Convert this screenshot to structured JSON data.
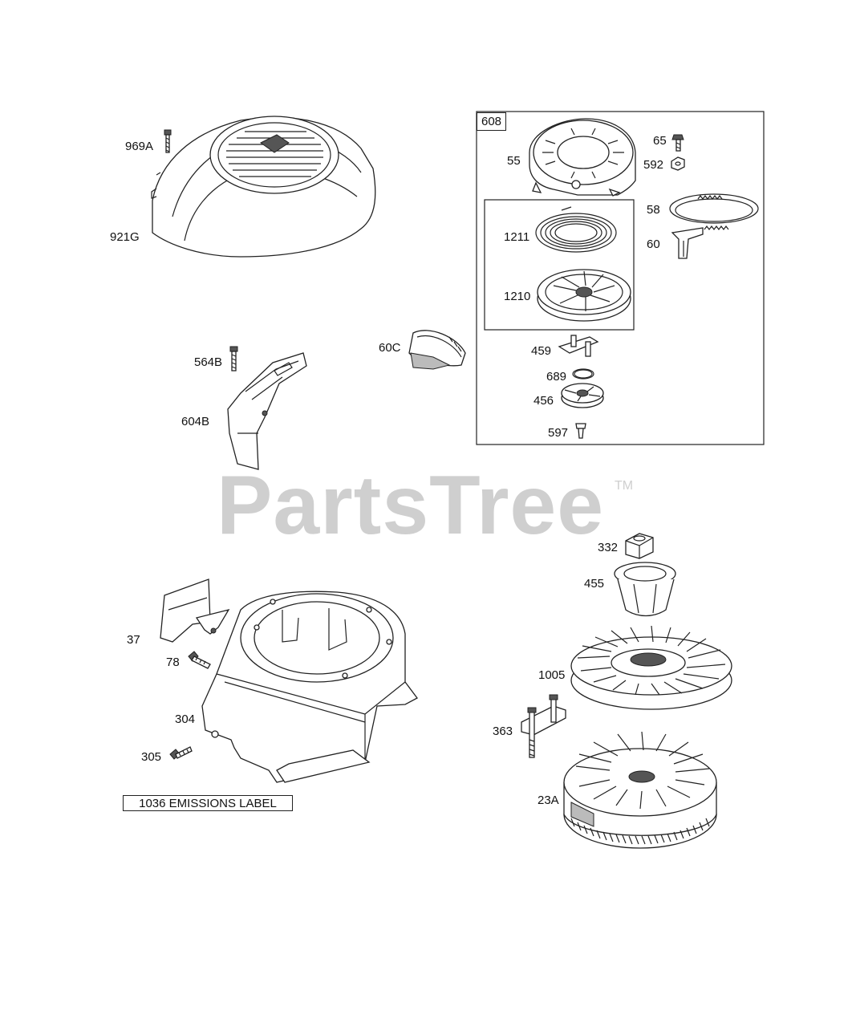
{
  "watermark": {
    "brand": "PartsTree",
    "trademark": "TM"
  },
  "assembly_box": {
    "number": "608"
  },
  "emissions_label": {
    "text": "1036 EMISSIONS LABEL"
  },
  "parts": {
    "p969A": "969A",
    "p921G": "921G",
    "p564B": "564B",
    "p604B": "604B",
    "p60C": "60C",
    "p65": "65",
    "p592": "592",
    "p55": "55",
    "p58": "58",
    "p60": "60",
    "p1211": "1211",
    "p1210": "1210",
    "p459": "459",
    "p689": "689",
    "p456": "456",
    "p597": "597",
    "p332": "332",
    "p455": "455",
    "p1005": "1005",
    "p363": "363",
    "p23A": "23A",
    "p37": "37",
    "p78": "78",
    "p304": "304",
    "p305": "305"
  }
}
